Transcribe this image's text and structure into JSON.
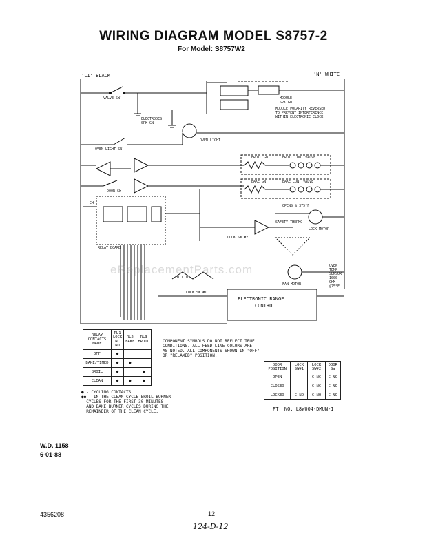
{
  "title": "WIRING DIAGRAM MODEL S8757-2",
  "subtitle": "For Model: S8757W2",
  "labels": {
    "l1": "'L1' BLACK",
    "n_white": "'N' WHITE",
    "valve_sw": "VALVE SW",
    "module_line1": "MODULE",
    "module_line2": "SPK GN",
    "module_polarity": "MODULE POLARITY REVERSED\nTO PREVENT INTERFERENCE\nWITHIN ELECTRONIC CLOCK",
    "electrodes": "ELECTRODES\nSPK GN",
    "oven_light": "OVEN LIGHT",
    "oven_light_sw": "OVEN LIGHT SW",
    "door_sw": "DOOR SW",
    "broil_gn": "BROIL GN",
    "broil_cont_valve": "BROIL CONT VALVE",
    "bake_gn": "BAKE GN",
    "bake_cont_valve": "BAKE CONT VALVE",
    "opens": "OPENS @ 375°F",
    "lock_motor": "LOCK MOTOR",
    "lock_sw_2": "LOCK SW #2",
    "safety_thermo": "SAFETY THERMO",
    "hi_limit": "HI LIMIT",
    "lock_sw_1": "LOCK SW #1",
    "fan_motor": "FAN MOTOR",
    "erc_line1": "ELECTRONIC RANGE",
    "erc_line2": "CONTROL",
    "oven_sensor": "OVEN\nTEMP\nSENSOR\n1000\nOHM\n@75°F",
    "relay_board": "RELAY BOARD",
    "ch": "CH"
  },
  "relay_table": {
    "headers": [
      "RELAY CONTACTS MADE",
      "RL1 LOCK NC NO",
      "RL2 BAKE",
      "RL3 BROIL"
    ],
    "rows": [
      [
        "OFF",
        "●",
        "",
        ""
      ],
      [
        "BAKE/TIMED",
        "●",
        "●",
        ""
      ],
      [
        "BROIL",
        "●",
        "",
        "●"
      ],
      [
        "CLEAN",
        "●",
        "●",
        "●"
      ]
    ]
  },
  "cycling_notes": "● - CYCLING CONTACTS\n●● - IN THE CLEAN CYCLE BROIL BURNER\n  CYCLES FOR THE FIRST 30 MINUTES\n  AND BAKE BURNER CYCLES DURING THE\n  REMAINDER OF THE CLEAN CYCLE.",
  "component_note": "COMPONENT SYMBOLS DO NOT REFLECT TRUE\nCONDITIONS. ALL FEED LINE COLORS ARE\nAS NOTED. ALL COMPONENTS SHOWN IN \"OFF\"\nOR \"RELAXED\" POSITION.",
  "door_table": {
    "headers": [
      "DOOR POSITION",
      "LOCK SW#1",
      "LOCK SW#2",
      "DOOR SW"
    ],
    "rows": [
      [
        "OPEN",
        "",
        "C-NC",
        "C-NC"
      ],
      [
        "CLOSED",
        "",
        "C-NC",
        "C-NO"
      ],
      [
        "LOCKED",
        "C-NO",
        "C-NO",
        "C-NO"
      ]
    ]
  },
  "part_no": "PT. NO. L8W004-DMUN-1",
  "wd": "W.D. 1158",
  "date": "6-01-88",
  "doc_number": "4356208",
  "page_number": "12",
  "handwritten": "124-D-12",
  "watermark": "eReplacementParts.com"
}
